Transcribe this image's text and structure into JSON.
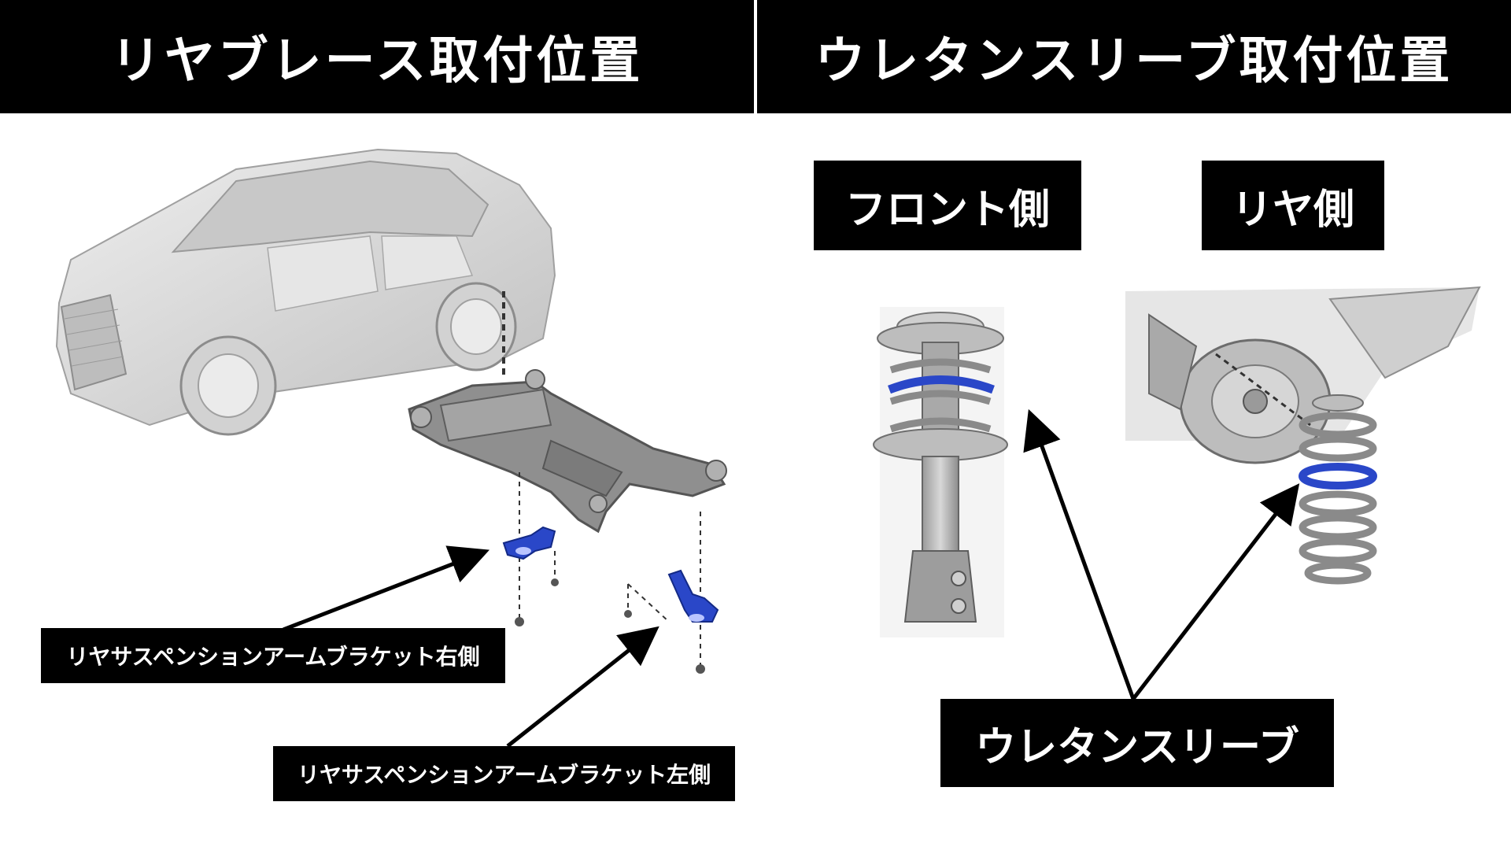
{
  "headers": {
    "left": "リヤブレース取付位置",
    "right": "ウレタンスリーブ取付位置"
  },
  "labels": {
    "front_side": "フロント側",
    "rear_side": "リヤ側",
    "bracket_right": "リヤサスペンションアームブラケット右側",
    "bracket_left": "リヤサスペンションアームブラケット左側",
    "urethane_sleeve": "ウレタンスリーブ"
  },
  "colors": {
    "header_bg": "#000000",
    "header_text": "#ffffff",
    "accent_blue": "#2a47c8",
    "part_gray": "#8a8a8a",
    "car_gray": "#d9d9d9"
  }
}
